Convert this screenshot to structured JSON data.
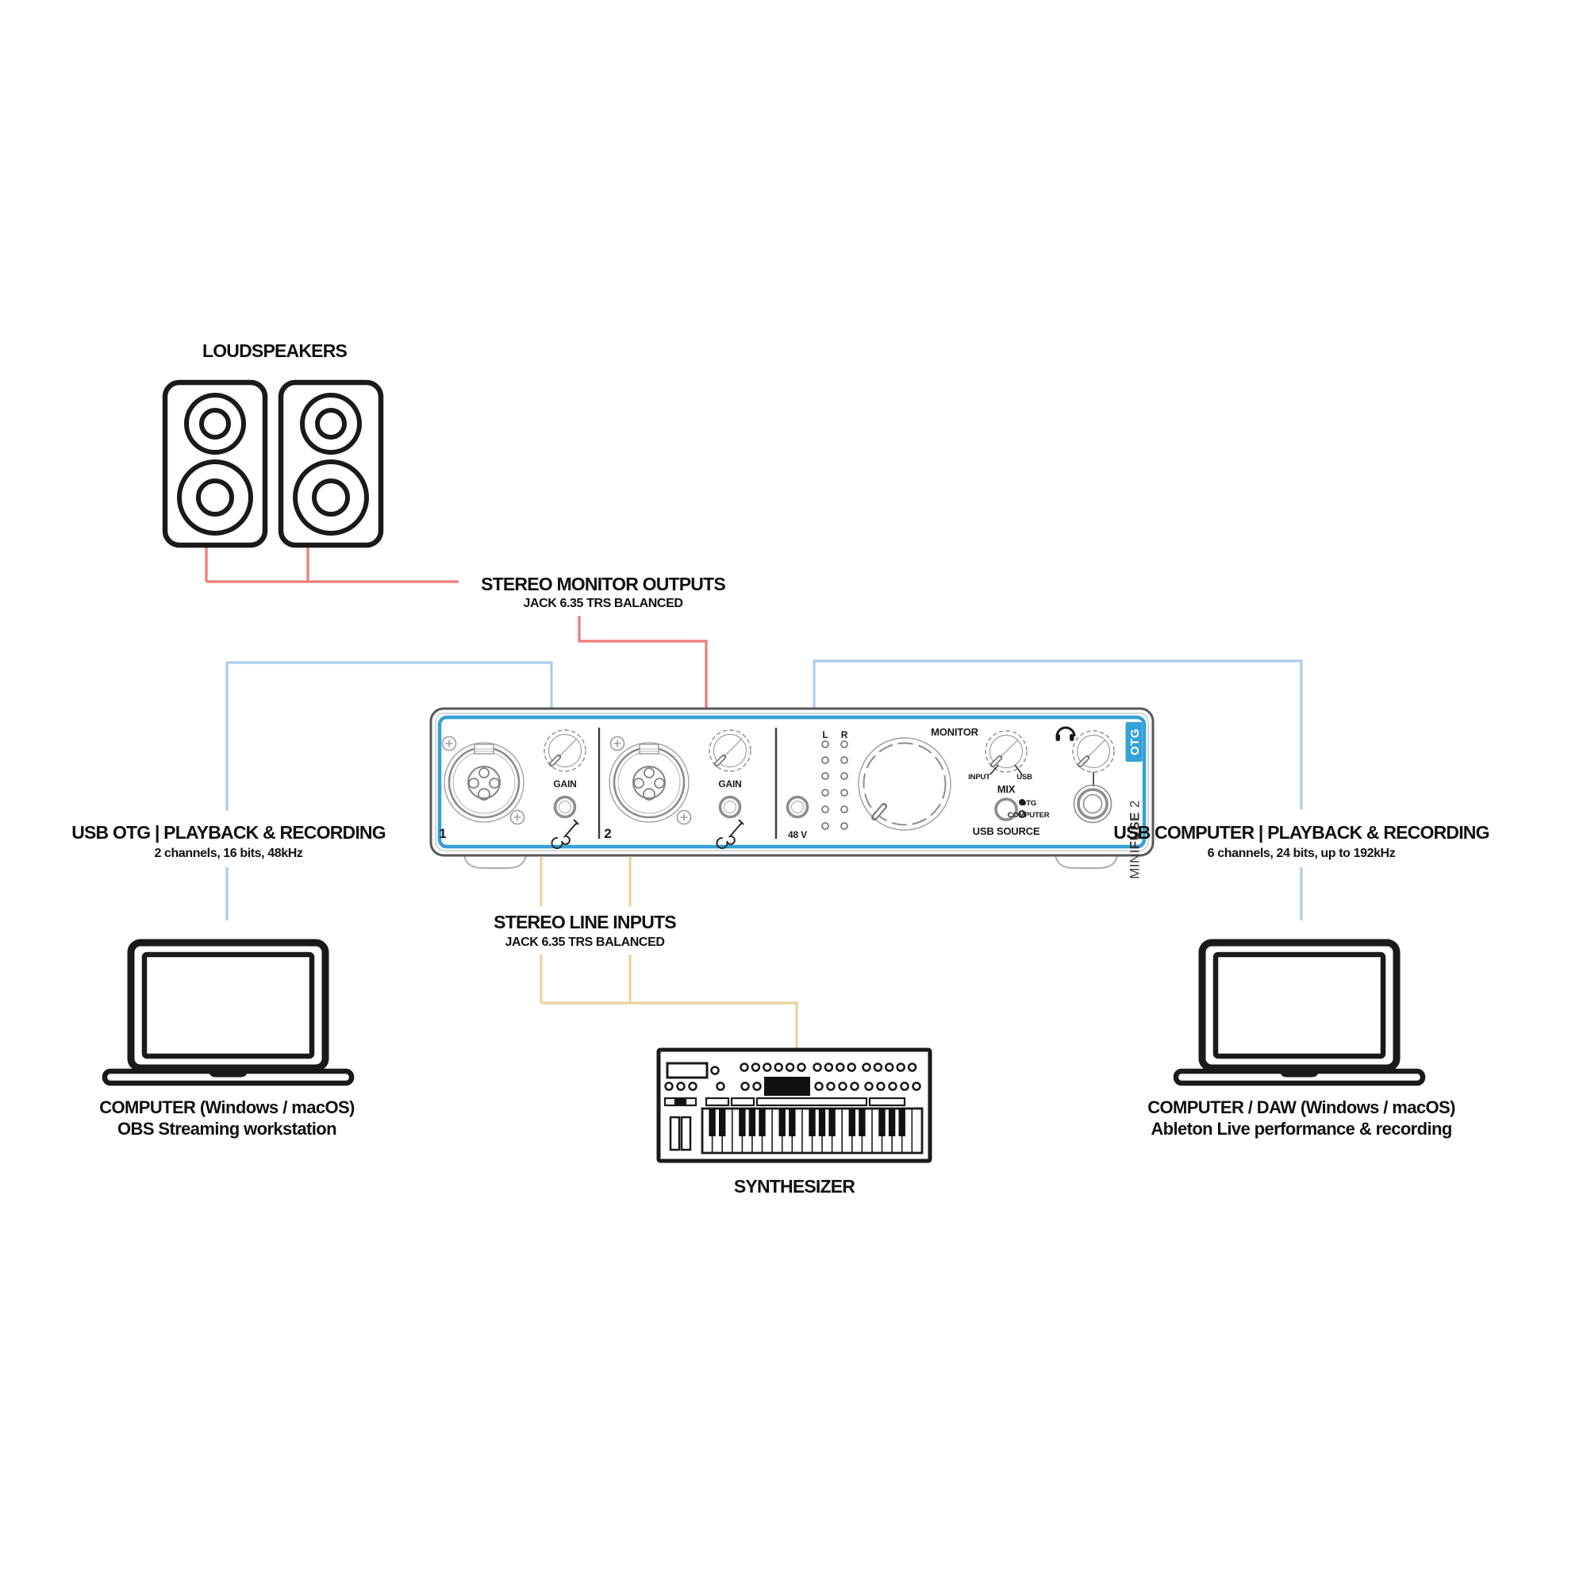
{
  "labels": {
    "loudspeakers": "LOUDSPEAKERS",
    "monitor_out_title": "STEREO MONITOR OUTPUTS",
    "monitor_out_sub": "JACK 6.35 TRS BALANCED",
    "usb_otg_title": "USB OTG | PLAYBACK & RECORDING",
    "usb_otg_sub": "2 channels, 16 bits, 48kHz",
    "usb_computer_title": "USB COMPUTER | PLAYBACK & RECORDING",
    "usb_computer_sub": "6 channels, 24 bits, up to 192kHz",
    "line_in_title": "STEREO LINE INPUTS",
    "line_in_sub": "JACK 6.35 TRS BALANCED",
    "computer_left_title": "COMPUTER  (Windows / macOS)",
    "computer_left_sub": "OBS Streaming workstation",
    "computer_right_title": "COMPUTER / DAW (Windows / macOS)",
    "computer_right_sub": "Ableton Live performance & recording",
    "synthesizer": "SYNTHESIZER"
  },
  "device": {
    "ch1_number": "1",
    "ch2_number": "2",
    "gain1": "GAIN",
    "gain2": "GAIN",
    "phantom": "48 V",
    "meter_l": "L",
    "meter_r": "R",
    "monitor": "MONITOR",
    "mix": "MIX",
    "mix_input": "INPUT",
    "mix_usb": "USB",
    "usb_source": "USB SOURCE",
    "usb_source_otg": "OTG",
    "usb_source_computer": "COMPUTER",
    "brand_mini": "MINI",
    "brand_fuse": "FUSE",
    "brand_two": "2",
    "brand_otg": "OTG"
  },
  "colors": {
    "accent": "#35a1d9",
    "monitor_line": "#ed7b76",
    "usb_line": "#a9cde9",
    "line_input_line": "#ecd2a2",
    "ink": "#1a1a1a"
  }
}
